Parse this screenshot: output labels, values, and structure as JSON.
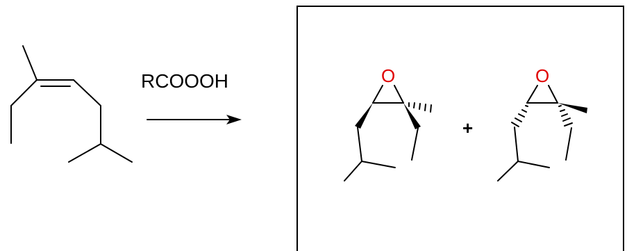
{
  "reaction": {
    "reagent_label": "RCOOOH",
    "plus_sign": "+",
    "product_1": {
      "oxygen_label": "O"
    },
    "product_2": {
      "oxygen_label": "O"
    }
  },
  "colors": {
    "oxygen": "#e00000",
    "bonds": "#000000",
    "background": "#ffffff"
  }
}
